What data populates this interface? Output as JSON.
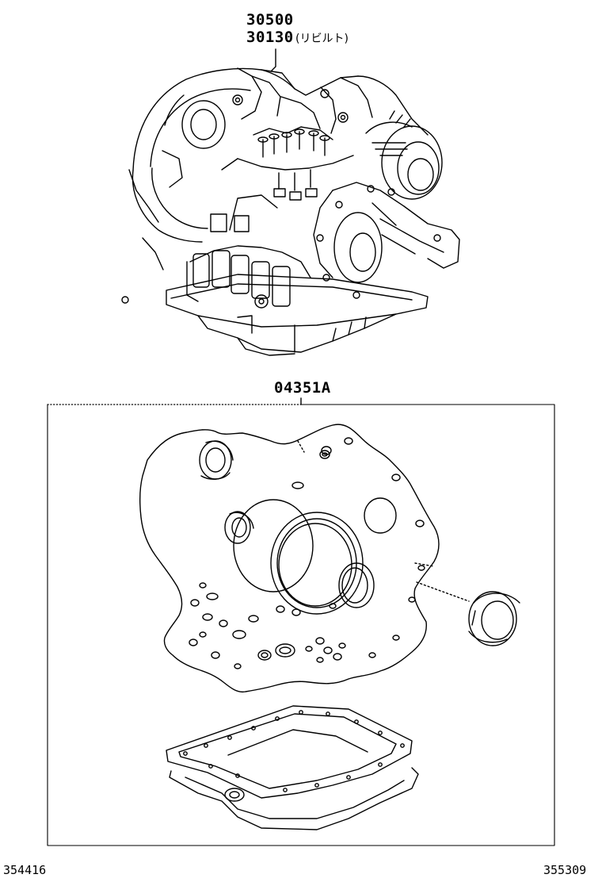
{
  "diagram": {
    "parts": [
      {
        "number": "30500"
      },
      {
        "number": "30130",
        "note": "(リビルト)"
      },
      {
        "number": "04351A"
      }
    ],
    "footer": {
      "left_code": "354416",
      "right_code": "355309"
    }
  }
}
